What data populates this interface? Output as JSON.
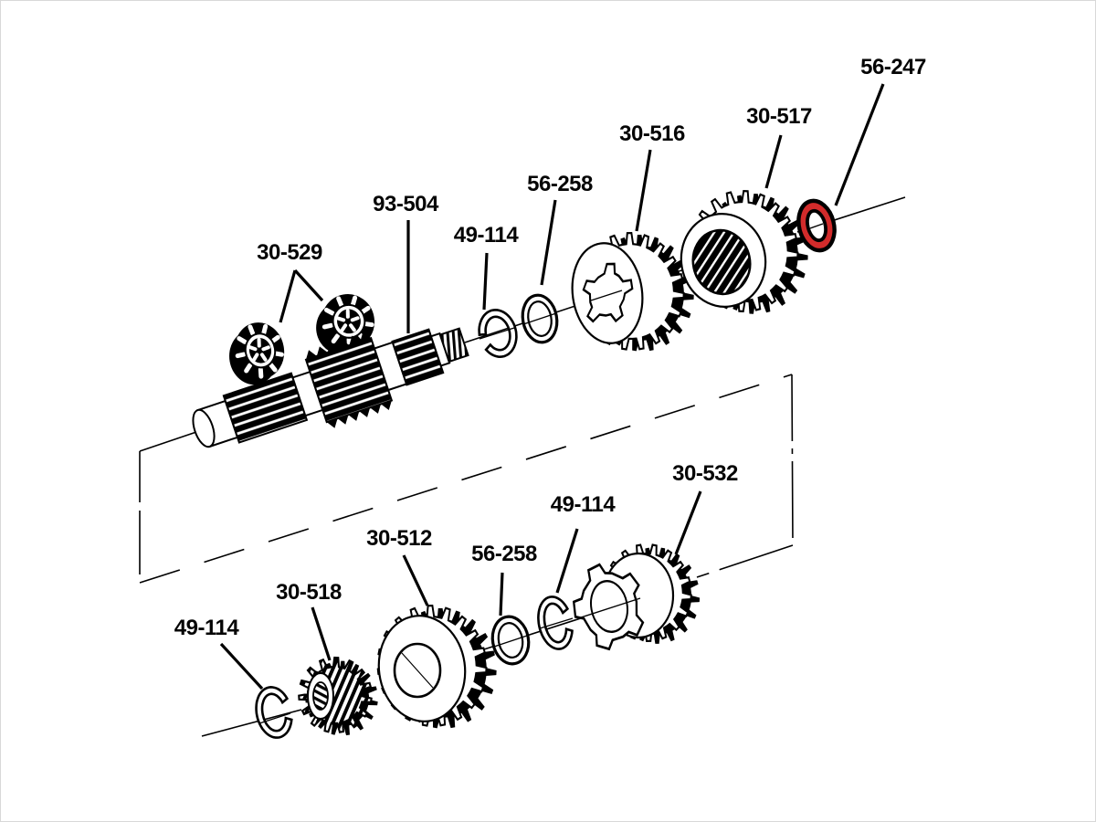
{
  "diagram": {
    "background": "#ffffff",
    "line_color": "#000000",
    "highlight_color": "#d22b2b",
    "highlighted_part": "56-247",
    "assemblies": [
      {
        "name": "mainshaft-upper",
        "parts": [
          "30-529",
          "30-529",
          "93-504",
          "49-114",
          "56-258",
          "30-516",
          "30-517",
          "56-247"
        ]
      },
      {
        "name": "countershaft-lower",
        "parts": [
          "49-114",
          "30-518",
          "30-512",
          "56-258",
          "49-114",
          "30-532"
        ]
      }
    ],
    "labels": {
      "p56_247": "56-247",
      "p30_517": "30-517",
      "p30_516": "30-516",
      "p56_258_u": "56-258",
      "p49_114_u": "49-114",
      "p93_504": "93-504",
      "p30_529": "30-529",
      "p30_532": "30-532",
      "p49_114_lr": "49-114",
      "p56_258_l": "56-258",
      "p30_512": "30-512",
      "p30_518": "30-518",
      "p49_114_ll": "49-114"
    }
  }
}
